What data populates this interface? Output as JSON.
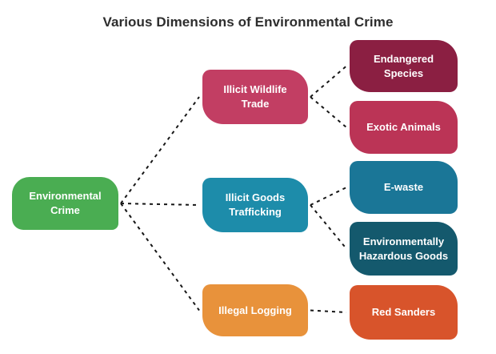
{
  "title": "Various Dimensions of Environmental Crime",
  "title_color": "#2d2d2d",
  "nodes": {
    "root": {
      "label": "Environmental Crime",
      "color": "#4aad52"
    },
    "wildlife": {
      "label": "Illicit Wildlife Trade",
      "color": "#c23e63"
    },
    "goods": {
      "label": "Illicit Goods Trafficking",
      "color": "#1d8caa"
    },
    "logging": {
      "label": "Illegal Logging",
      "color": "#e8923b"
    },
    "endangered": {
      "label": "Endangered Species",
      "color": "#8b1f42"
    },
    "exotic": {
      "label": "Exotic Animals",
      "color": "#bb3456"
    },
    "ewaste": {
      "label": "E-waste",
      "color": "#1a7697"
    },
    "hazardous": {
      "label": "Environmentally Hazardous Goods",
      "color": "#14596d"
    },
    "redsanders": {
      "label": "Red Sanders",
      "color": "#d8542b"
    }
  },
  "edges": [
    {
      "from": "root",
      "to": "wildlife"
    },
    {
      "from": "root",
      "to": "goods"
    },
    {
      "from": "root",
      "to": "logging"
    },
    {
      "from": "wildlife",
      "to": "endangered"
    },
    {
      "from": "wildlife",
      "to": "exotic"
    },
    {
      "from": "goods",
      "to": "ewaste"
    },
    {
      "from": "goods",
      "to": "hazardous"
    },
    {
      "from": "logging",
      "to": "redsanders"
    }
  ],
  "edge_style": {
    "color": "#161616",
    "width": 2,
    "dash": "4 5"
  }
}
